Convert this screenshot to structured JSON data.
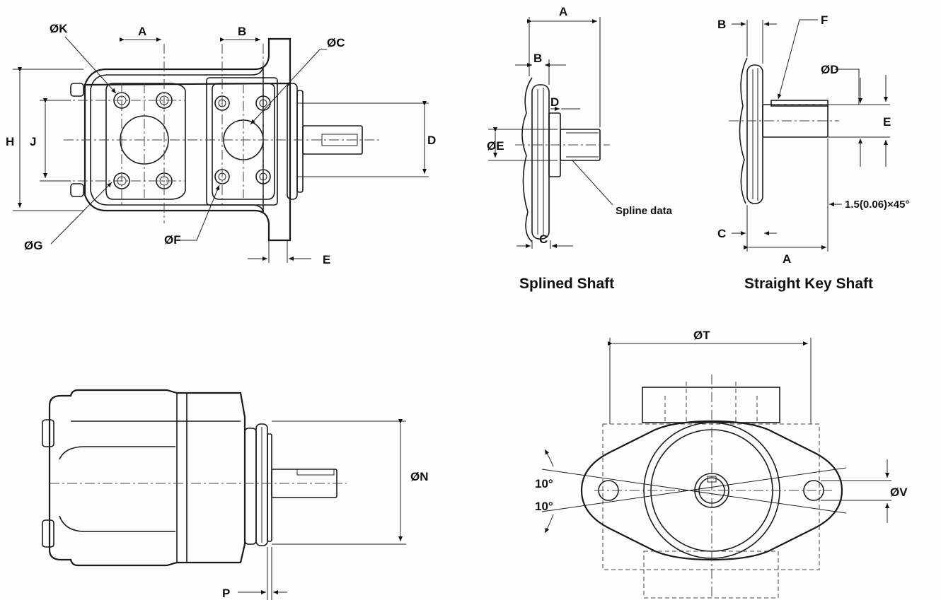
{
  "top_view": {
    "labels": {
      "A": "A",
      "B": "B",
      "C": "ØC",
      "D": "D",
      "E": "E",
      "F": "ØF",
      "G": "ØG",
      "H": "H",
      "J": "J",
      "K": "ØK"
    }
  },
  "splined_shaft": {
    "title": "Splined Shaft",
    "labels": {
      "A": "A",
      "B": "B",
      "C": "C",
      "D": "D",
      "E": "ØE"
    },
    "note": "Spline data"
  },
  "straight_key_shaft": {
    "title": "Straight Key Shaft",
    "labels": {
      "A": "A",
      "B": "B",
      "C": "C",
      "D": "ØD",
      "E": "E",
      "F": "F"
    },
    "chamfer": "1.5(0.06)×45°"
  },
  "side_view": {
    "labels": {
      "N": "ØN",
      "P": "P"
    }
  },
  "end_view": {
    "labels": {
      "T": "ØT",
      "V": "ØV"
    },
    "angle_upper": "10°",
    "angle_lower": "10°"
  }
}
